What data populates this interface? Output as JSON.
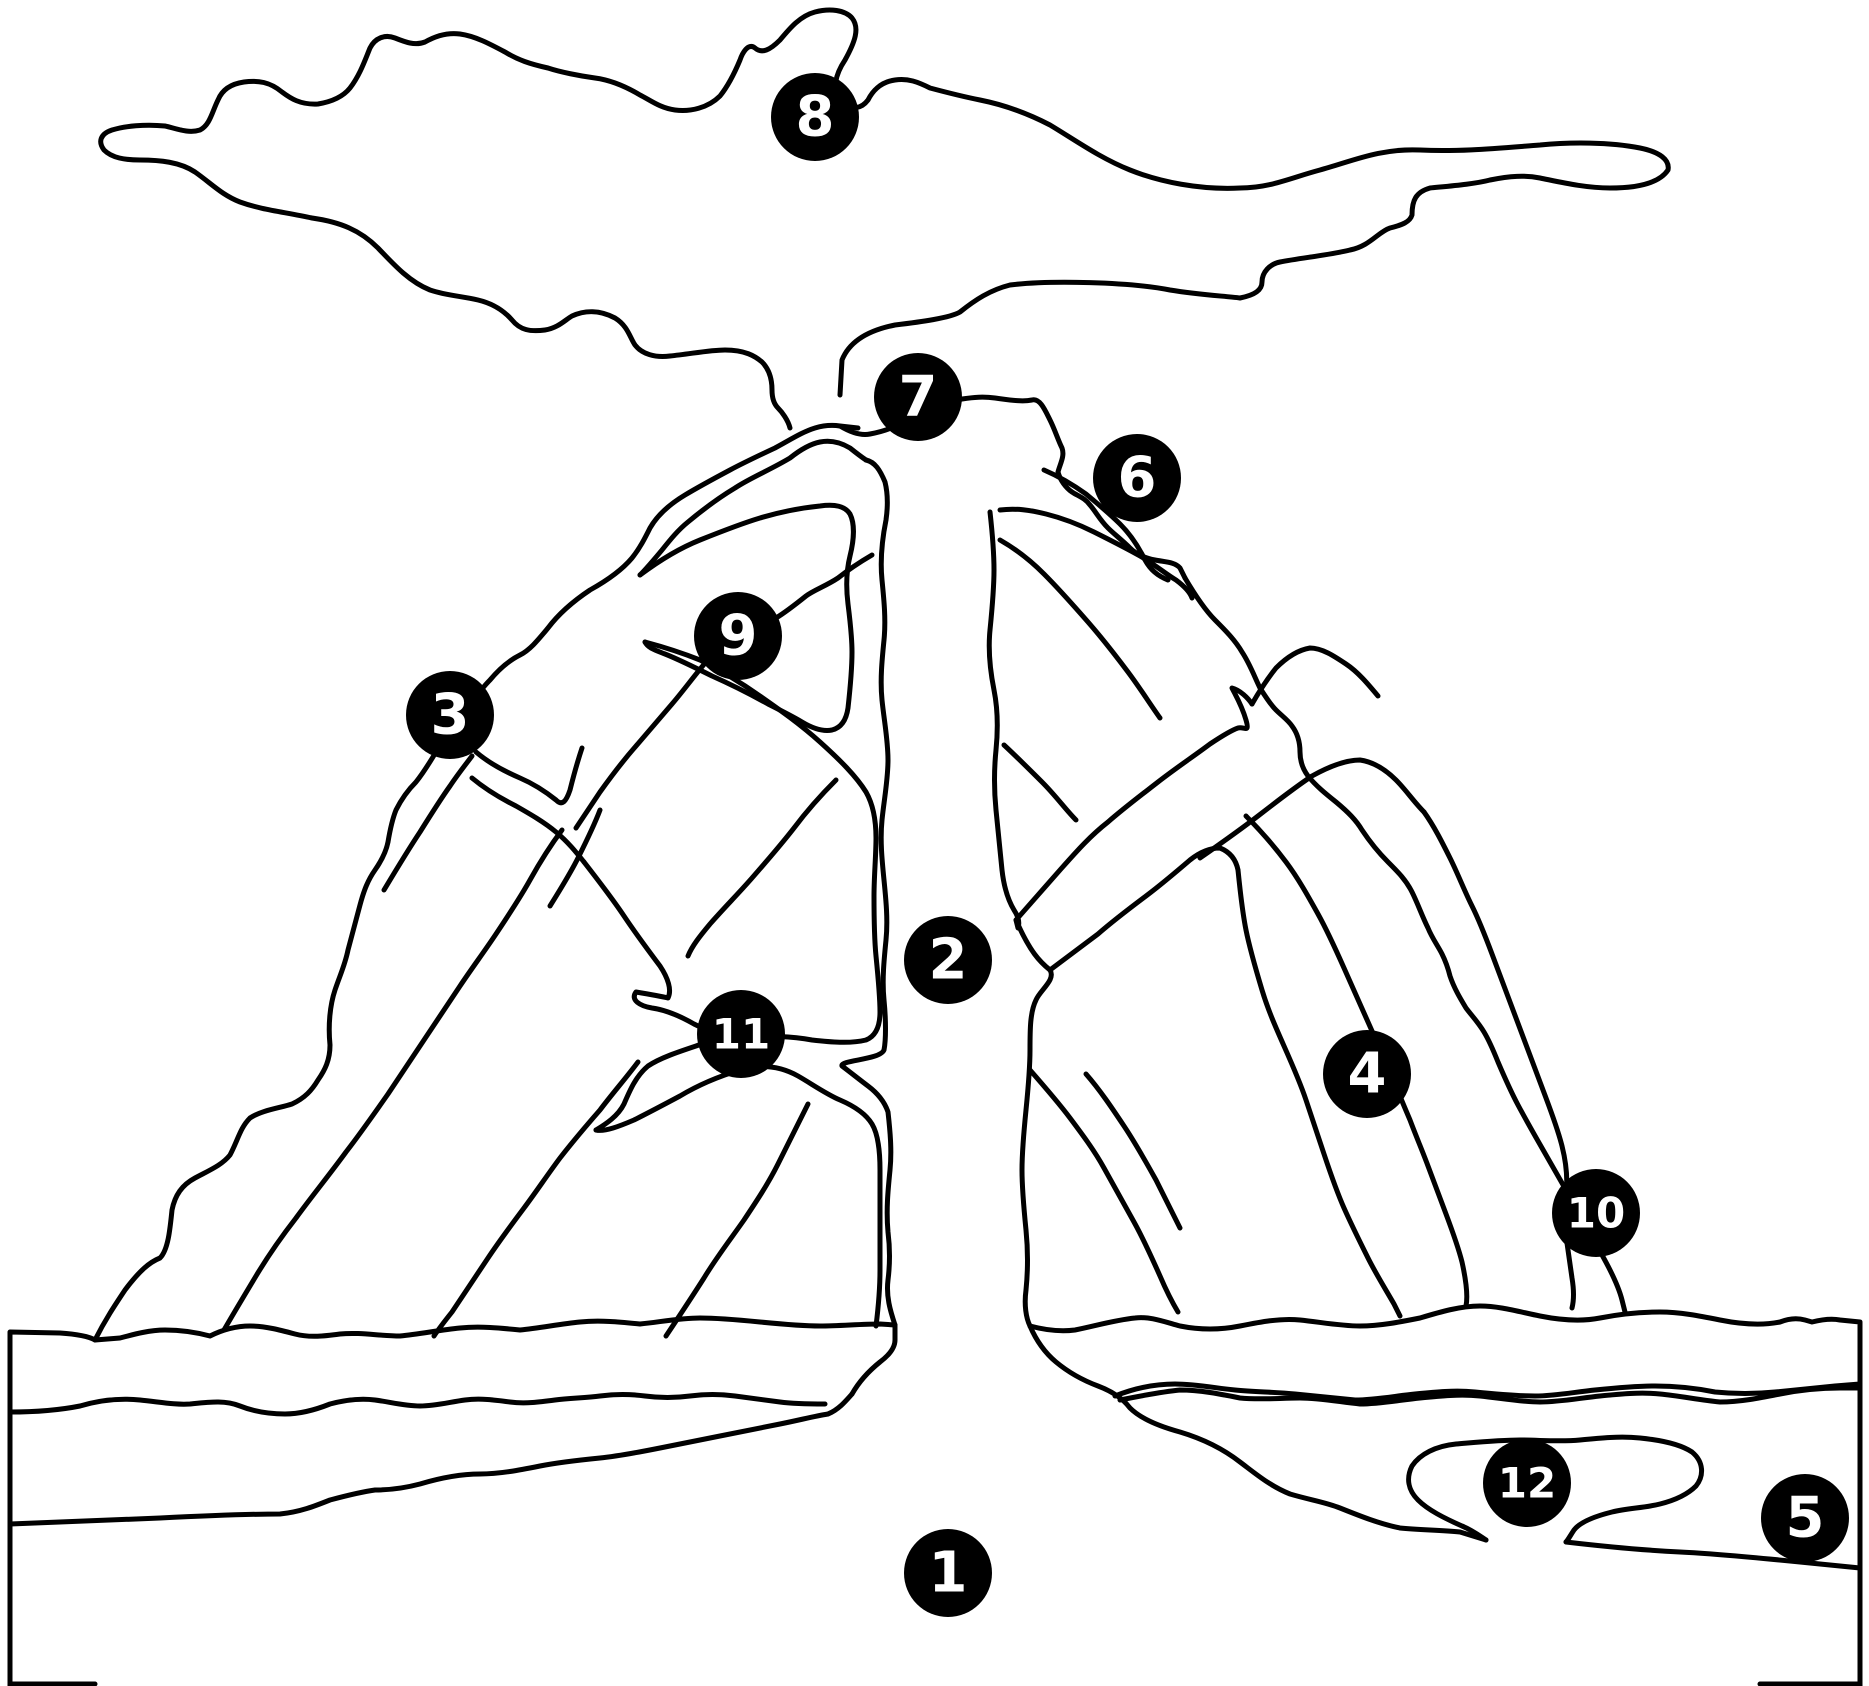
{
  "diagram": {
    "markers": [
      {
        "id": "magma-chamber",
        "label": "1"
      },
      {
        "id": "main-conduit",
        "label": "2"
      },
      {
        "id": "sill-left",
        "label": "3"
      },
      {
        "id": "lava-layer-right",
        "label": "4"
      },
      {
        "id": "country-rock-right",
        "label": "5"
      },
      {
        "id": "flank-vent",
        "label": "6"
      },
      {
        "id": "summit-crater",
        "label": "7"
      },
      {
        "id": "ash-cloud",
        "label": "8"
      },
      {
        "id": "dike-upper-left",
        "label": "9"
      },
      {
        "id": "lava-layer-outer-right",
        "label": "10"
      },
      {
        "id": "branch-pipe-left",
        "label": "11"
      },
      {
        "id": "secondary-chamber",
        "label": "12"
      }
    ],
    "colors": {
      "line": "#000000",
      "marker_fill": "#000000",
      "marker_text": "#ffffff",
      "background": "#ffffff"
    }
  }
}
